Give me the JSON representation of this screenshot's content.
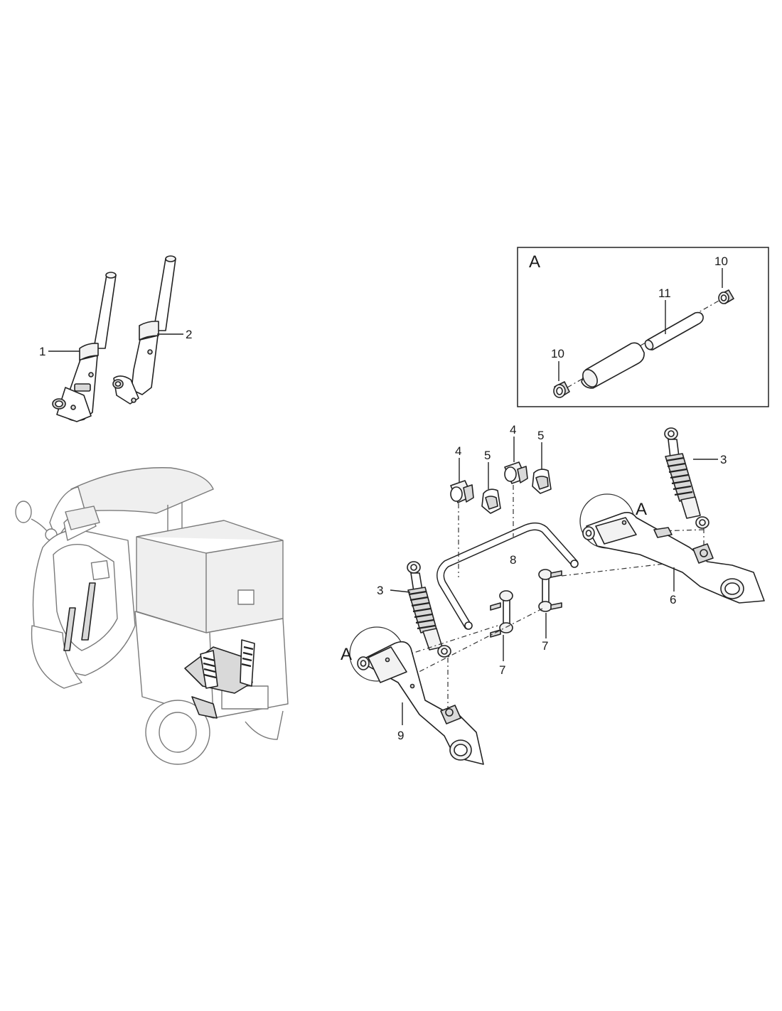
{
  "detail": {
    "letter": "A",
    "callouts": {
      "p10a": "10",
      "p10b": "10",
      "p11": "11"
    }
  },
  "callouts": {
    "front_fork_left": "1",
    "front_fork_right": "2",
    "shock_right": "3",
    "shock_left": "3",
    "bush_a": "4",
    "bush_b": "4",
    "clamp_a": "5",
    "clamp_b": "5",
    "swingarm_right": "6",
    "link_left": "7",
    "link_right": "7",
    "stabilizer_bar": "8",
    "swingarm_left": "9"
  },
  "detail_refs": {
    "right": "A",
    "left": "A"
  },
  "icons": [
    "vehicle-overview-illustration",
    "front-fork-icon",
    "shock-absorber-icon",
    "swing-arm-icon",
    "stabilizer-bar-icon"
  ]
}
